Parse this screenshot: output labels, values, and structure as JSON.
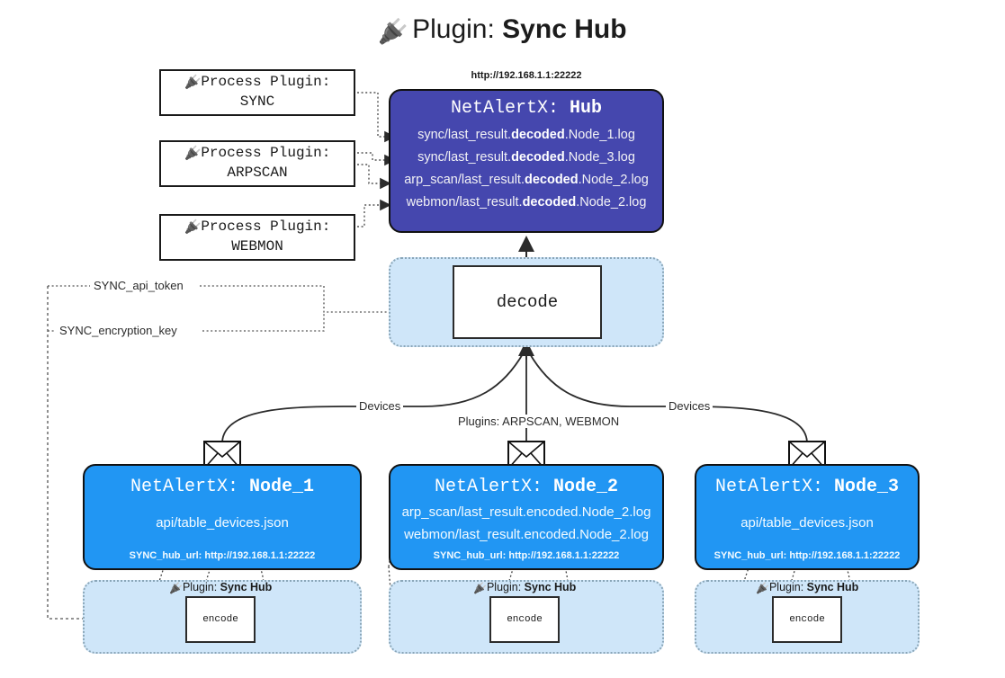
{
  "title": {
    "icon": "plug-icon",
    "prefix": "Plugin:",
    "name": "Sync Hub"
  },
  "process_plugins": [
    {
      "label": "Process Plugin:",
      "name": "SYNC"
    },
    {
      "label": "Process Plugin:",
      "name": "ARPSCAN"
    },
    {
      "label": "Process Plugin:",
      "name": "WEBMON"
    }
  ],
  "hub": {
    "url": "http://192.168.1.1:22222",
    "app": "NetAlertX:",
    "name": "Hub",
    "files": [
      {
        "pre": "sync/last_result.",
        "mid": "decoded",
        "post": ".Node_1.log"
      },
      {
        "pre": "sync/last_result.",
        "mid": "decoded",
        "post": ".Node_3.log"
      },
      {
        "pre": "arp_scan/last_result.",
        "mid": "decoded",
        "post": ".Node_2.log"
      },
      {
        "pre": "webmon/last_result.",
        "mid": "decoded",
        "post": ".Node_2.log"
      }
    ]
  },
  "decode": {
    "label": "decode"
  },
  "secrets": [
    {
      "label": "SYNC_api_token"
    },
    {
      "label": "SYNC_encryption_key"
    }
  ],
  "edge_labels": {
    "devices_left": "Devices",
    "plugins_center": "Plugins: ARPSCAN, WEBMON",
    "devices_right": "Devices"
  },
  "nodes": [
    {
      "app": "NetAlertX:",
      "name": "Node_1",
      "lines": [
        "api/table_devices.json"
      ],
      "footer": "SYNC_hub_url: http://192.168.1.1:22222"
    },
    {
      "app": "NetAlertX:",
      "name": "Node_2",
      "lines": [
        "arp_scan/last_result.encoded.Node_2.log",
        "webmon/last_result.encoded.Node_2.log"
      ],
      "footer": "SYNC_hub_url: http://192.168.1.1:22222"
    },
    {
      "app": "NetAlertX:",
      "name": "Node_3",
      "lines": [
        "api/table_devices.json"
      ],
      "footer": "SYNC_hub_url: http://192.168.1.1:22222"
    }
  ],
  "plugin_containers": [
    {
      "prefix": "Plugin:",
      "name": "Sync Hub",
      "box": "encode"
    },
    {
      "prefix": "Plugin:",
      "name": "Sync Hub",
      "box": "encode"
    },
    {
      "prefix": "Plugin:",
      "name": "Sync Hub",
      "box": "encode"
    }
  ],
  "colors": {
    "hub_fill": "#4547ae",
    "node_fill": "#2196f3",
    "container_fill": "#cfe6f9",
    "stroke": "#111111",
    "background": "#ffffff"
  }
}
